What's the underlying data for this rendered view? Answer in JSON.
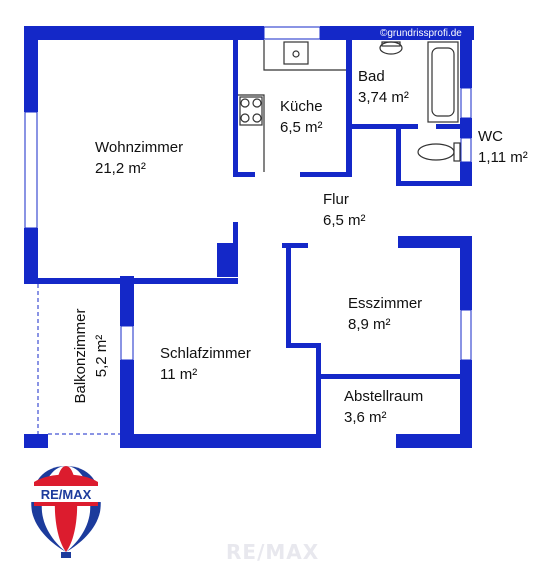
{
  "credit": "©grundrissprofi.de",
  "brand": {
    "logo_text": "RE/MAX",
    "watermark": "RE/MAX"
  },
  "colors": {
    "wall": "#1428c8",
    "fixture": "#333333",
    "logo_blue": "#1c3b9c",
    "logo_red": "#dc1c2e"
  },
  "rooms": [
    {
      "name": "Wohnzimmer",
      "area": "21,2 m²"
    },
    {
      "name": "Küche",
      "area": "6,5 m²"
    },
    {
      "name": "Bad",
      "area": "3,74 m²"
    },
    {
      "name": "WC",
      "area": "1,11 m²"
    },
    {
      "name": "Flur",
      "area": "6,5 m²"
    },
    {
      "name": "Esszimmer",
      "area": "8,9 m²"
    },
    {
      "name": "Schlafzimmer",
      "area": "11 m²"
    },
    {
      "name": "Balkonzimmer",
      "area": "5,2 m²"
    },
    {
      "name": "Abstellraum",
      "area": "3,6 m²"
    }
  ]
}
